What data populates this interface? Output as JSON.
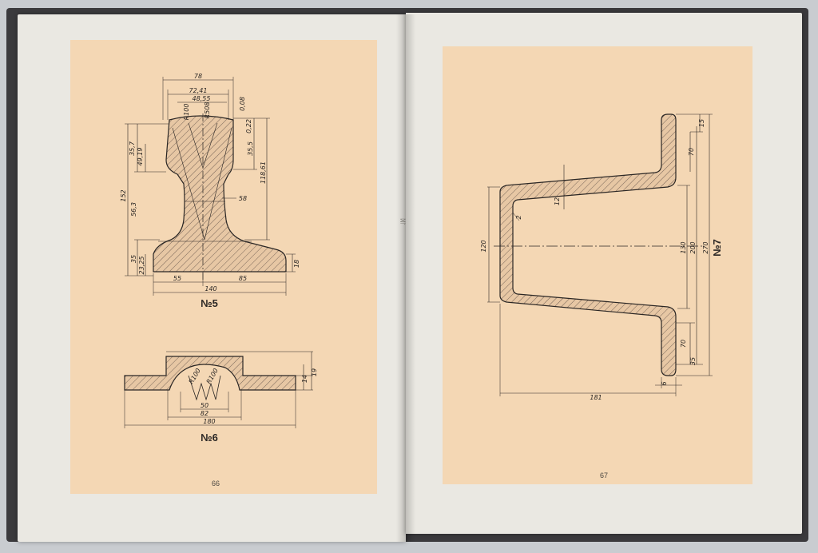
{
  "book": {
    "left_page_number": "66",
    "right_page_number": "67",
    "gutter_mark": "ᛞᛚ"
  },
  "drawing5": {
    "label": "№5",
    "dims": {
      "d78": "78",
      "d7241": "72,41",
      "d4855": "48,55",
      "d008": "0,08",
      "r100": "R100",
      "r508": "R508",
      "d022": "0,22",
      "d357": "35,7",
      "d4919": "49,19",
      "d152": "152",
      "d563": "56,3",
      "d35": "35",
      "d2325": "23,25",
      "d355": "35,5",
      "d11861": "118,61",
      "d58": "58",
      "d18": "18",
      "d55": "55",
      "d85": "85",
      "d140": "140"
    }
  },
  "drawing6": {
    "label": "№6",
    "dims": {
      "r100a": "R100",
      "r100b": "R100",
      "d14": "14",
      "d19": "19",
      "d50": "50",
      "d82": "82",
      "d180": "180"
    }
  },
  "drawing7": {
    "label": "№7",
    "dims": {
      "d15": "15",
      "d70a": "70",
      "d12": "12",
      "d2": "2",
      "d120": "120",
      "d130": "130",
      "d200": "200",
      "d270": "270",
      "d70b": "70",
      "d35": "35",
      "d181": "181",
      "d6": "6"
    }
  },
  "colors": {
    "plate": "#f4d7b4",
    "page": "#eae8e2",
    "ink": "#2a2624",
    "cover": "#3b3a3d"
  }
}
